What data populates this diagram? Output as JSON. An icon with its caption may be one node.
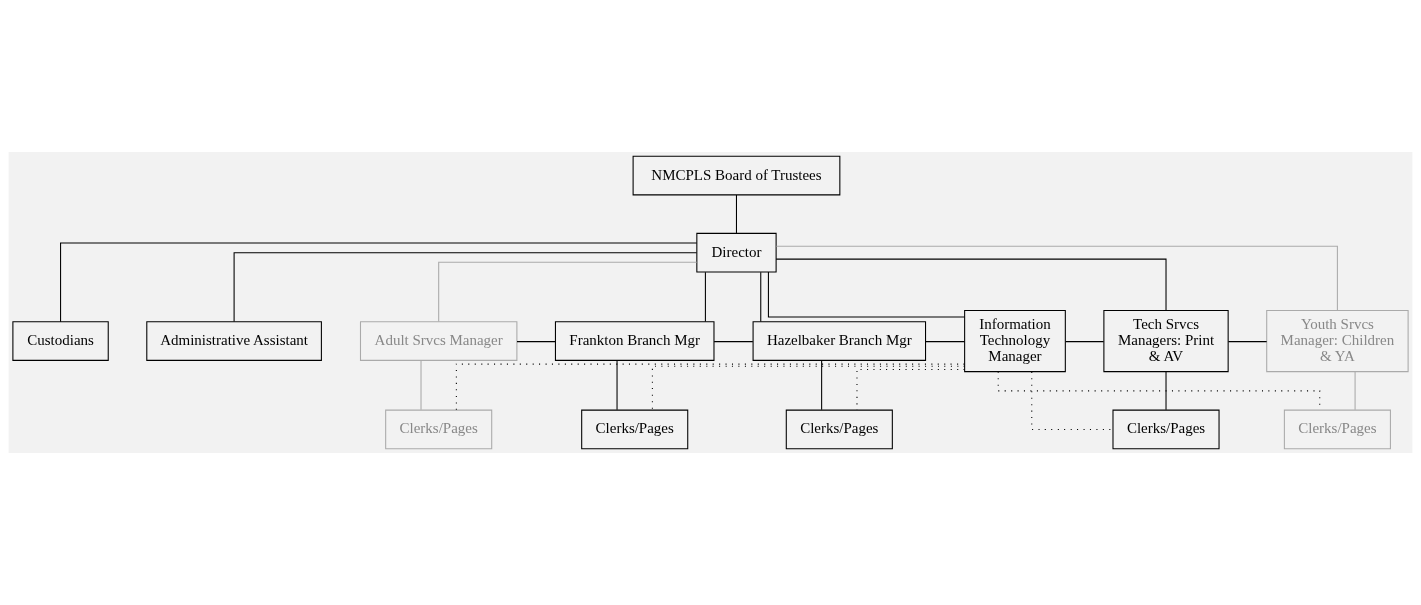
{
  "diagram": {
    "nodes": [
      {
        "text": [
          "NMCPLS Board of Trustees"
        ]
      },
      {
        "text": [
          "Director"
        ]
      },
      {
        "text": [
          "Custodians"
        ]
      },
      {
        "text": [
          "Administrative Assistant"
        ]
      },
      {
        "text": [
          "Adult Srvcs Manager"
        ]
      },
      {
        "text": [
          "Frankton Branch Mgr"
        ]
      },
      {
        "text": [
          "Hazelbaker Branch Mgr"
        ]
      },
      {
        "text": [
          "Information Technology Manager"
        ]
      },
      {
        "text": [
          "Tech Srvcs Managers: Print & AV"
        ]
      },
      {
        "text": [
          "Youth Srvcs Manager: Children & YA"
        ]
      },
      {
        "text": [
          "Clerks/Pages"
        ]
      },
      {
        "text": [
          "Clerks/Pages"
        ]
      },
      {
        "text": [
          "Clerks/Pages"
        ]
      },
      {
        "text": [
          "Clerks/Pages"
        ]
      },
      {
        "text": [
          "Clerks/Pages"
        ]
      }
    ],
    "edges": [
      {
        "from": 0,
        "to": 1,
        "arrow": "none"
      },
      {
        "from": 1,
        "to": 2,
        "arrow": "none"
      },
      {
        "from": 1,
        "to": 3,
        "arrow": "none"
      },
      {
        "from": 1,
        "to": 4,
        "arrow": "none",
        "color": "#aaaaaa"
      },
      {
        "from": 1,
        "to": 5,
        "arrow": "none"
      },
      {
        "from": 1,
        "to": 6,
        "arrow": "none"
      },
      {
        "from": 1,
        "to": 7,
        "arrow": "none"
      },
      {
        "from": 1,
        "to": 8,
        "arrow": "none"
      },
      {
        "from": 1,
        "to": 9,
        "arrow": "none",
        "color": "#aaaaaa"
      },
      {
        "from": 4,
        "to": 5,
        "arrow": "none"
      },
      {
        "from": 5,
        "to": 6,
        "arrow": "none"
      },
      {
        "from": 6,
        "to": 7,
        "arrow": "none"
      },
      {
        "from": 7,
        "to": 8,
        "arrow": "none"
      },
      {
        "from": 8,
        "to": 9,
        "arrow": "none"
      },
      {
        "from": 4,
        "to": 10,
        "arrow": "none",
        "color": "#aaaaaa"
      },
      {
        "from": 5,
        "to": 11,
        "arrow": "none"
      },
      {
        "from": 6,
        "to": 12,
        "arrow": "none"
      },
      {
        "from": 8,
        "to": 13,
        "arrow": "none"
      },
      {
        "from": 9,
        "to": 14,
        "arrow": "none",
        "color": "#aaaaaa"
      },
      {
        "from": 7,
        "to": 10,
        "arrow": "none",
        "style": "dashed"
      },
      {
        "from": 7,
        "to": 11,
        "arrow": "none",
        "style": "dashed"
      },
      {
        "from": 7,
        "to": 12,
        "arrow": "none",
        "style": "dashed"
      },
      {
        "from": 7,
        "to": 13,
        "arrow": "none",
        "style": "dashed"
      },
      {
        "from": 7,
        "to": 14,
        "arrow": "none",
        "style": "dashed"
      }
    ]
  }
}
